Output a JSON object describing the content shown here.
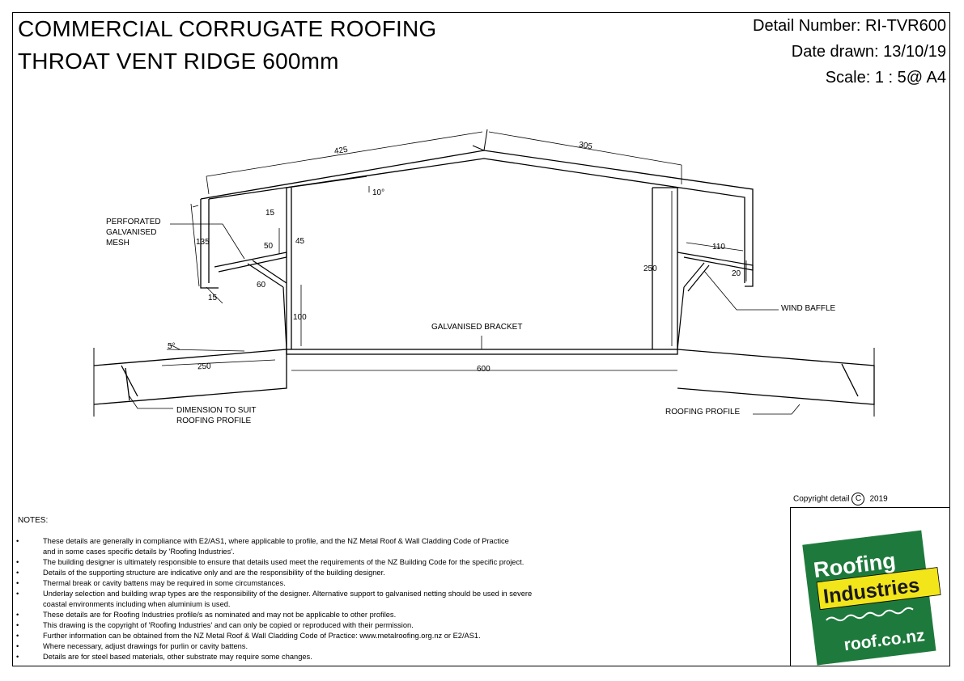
{
  "title": {
    "line1": "COMMERCIAL CORRUGATE ROOFING",
    "line2": "THROAT VENT RIDGE 600mm"
  },
  "meta": {
    "detail_number": "Detail Number:  RI-TVR600",
    "date_drawn": "Date drawn:  13/10/19",
    "scale": "Scale:   1 : 5@ A4"
  },
  "labels": {
    "mesh": [
      "PERFORATED",
      "GALVANISED",
      "MESH"
    ],
    "wind_baffle": "WIND BAFFLE",
    "bracket": "GALVANISED BRACKET",
    "dimension_suit": [
      "DIMENSION TO SUIT",
      "ROOFING PROFILE"
    ],
    "roofing_profile": "ROOFING PROFILE"
  },
  "dimensions": {
    "d425": "425",
    "d305": "305",
    "d10deg": "10°",
    "d15_top": "15",
    "d135": "135",
    "d50": "50",
    "d45": "45",
    "d60": "60",
    "d15_bottom": "15",
    "d100": "100",
    "d250_vertical": "250",
    "d110": "110",
    "d20": "20",
    "d5deg": "5°",
    "d250_horizontal": "250",
    "d600": "600"
  },
  "notes": {
    "heading": "NOTES:",
    "bullet": "•",
    "items": [
      "These details are generally in compliance with E2/AS1, where applicable to profile, and the NZ Metal Roof & Wall Cladding Code of Practice",
      "and in some cases specific details by 'Roofing Industries'.",
      "The building designer is ultimately responsible to ensure that details used meet the requirements of the NZ Building Code for the specific project.",
      "Details of the supporting structure are indicative only and are the responsibility of the building designer.",
      "Thermal break or cavity battens may be required in some circumstances.",
      "Underlay selection and building wrap types are the responsibility of the designer. Alternative support to galvanised netting should be used in severe",
      "coastal environments including when aluminium is used.",
      "These details are for Roofing Industries profile/s as nominated and may not be applicable to other profiles.",
      "This drawing is the copyright of 'Roofing Industries' and can only be copied or reproduced with their permission.",
      "Further information can be obtained from the NZ Metal Roof & Wall Cladding Code of Practice:  www.metalroofing.org.nz or E2/AS1.",
      "Where necessary, adjust drawings for purlin or cavity battens.",
      "Details are for steel based materials, other substrate may require some changes."
    ],
    "bulleted": [
      true,
      false,
      true,
      true,
      true,
      true,
      false,
      true,
      true,
      true,
      true,
      true
    ]
  },
  "copyright": {
    "label": "Copyright detail",
    "symbol": "C",
    "year": "2019"
  },
  "logo": {
    "word1": "Roofing",
    "word2": "Industries",
    "url": "roof.co.nz",
    "green": "#1e7a3c",
    "yellow": "#f2e51a"
  }
}
